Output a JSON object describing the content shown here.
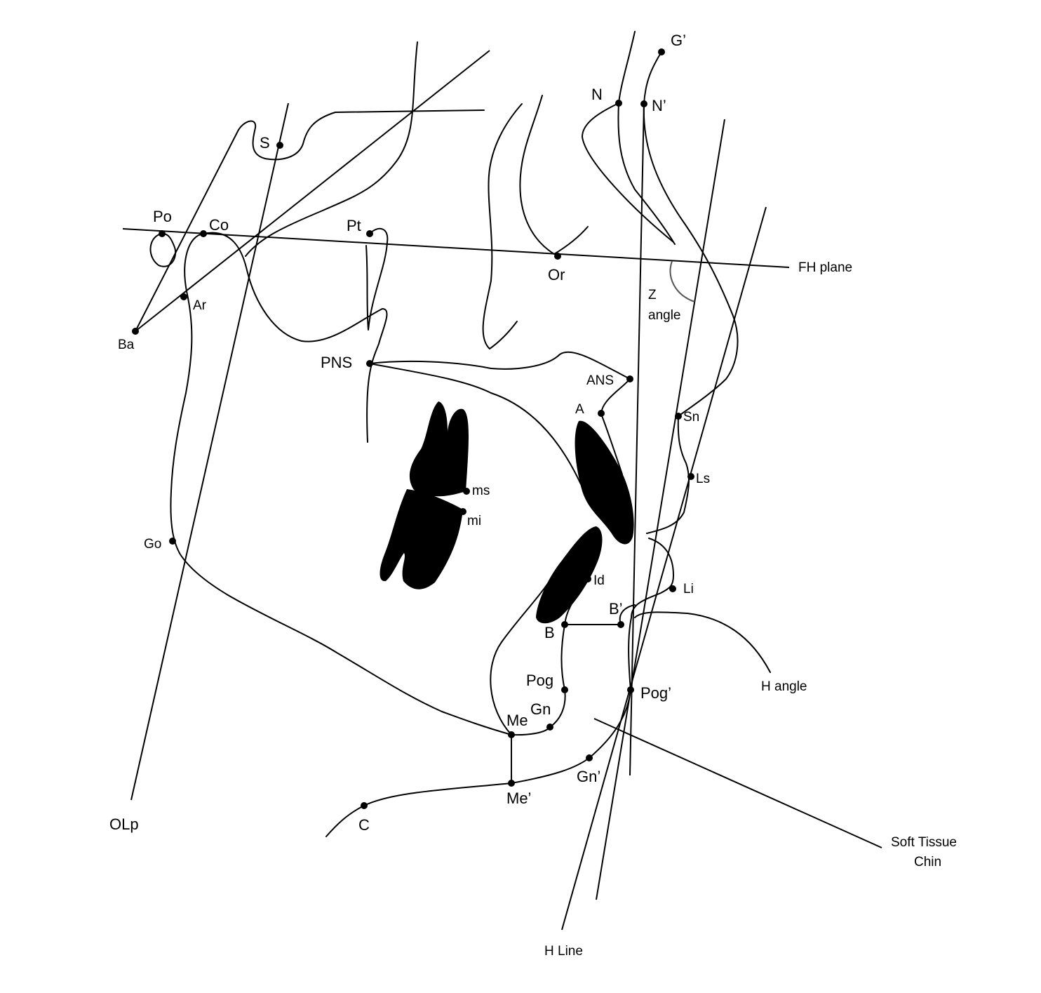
{
  "landmarks": {
    "G_prime": "G’",
    "N": "N",
    "N_prime": "N’",
    "S": "S",
    "Po": "Po",
    "Co": "Co",
    "Pt": "Pt",
    "Ar": "Ar",
    "Ba": "Ba",
    "Or": "Or",
    "PNS": "PNS",
    "ANS": "ANS",
    "A": "A",
    "Sn": "Sn",
    "Ls": "Ls",
    "ms": "ms",
    "mi": "mi",
    "Go": "Go",
    "Id": "Id",
    "Li": "Li",
    "B_prime": "B’",
    "B": "B",
    "Pog": "Pog",
    "Pog_prime": "Pog’",
    "Gn": "Gn",
    "Me": "Me",
    "Gn_prime": "Gn’",
    "Me_prime": "Me’",
    "C": "C"
  },
  "planes": {
    "fh_plane": "FH plane",
    "z_angle_line1": "Z",
    "z_angle_line2": "angle",
    "olp": "OLp",
    "h_angle": "H angle",
    "h_line": "H Line",
    "soft_tissue_chin_line1": "Soft Tissue",
    "soft_tissue_chin_line2": "Chin"
  },
  "colors": {
    "ink": "#000000",
    "arc": "#555555",
    "background": "#ffffff"
  }
}
